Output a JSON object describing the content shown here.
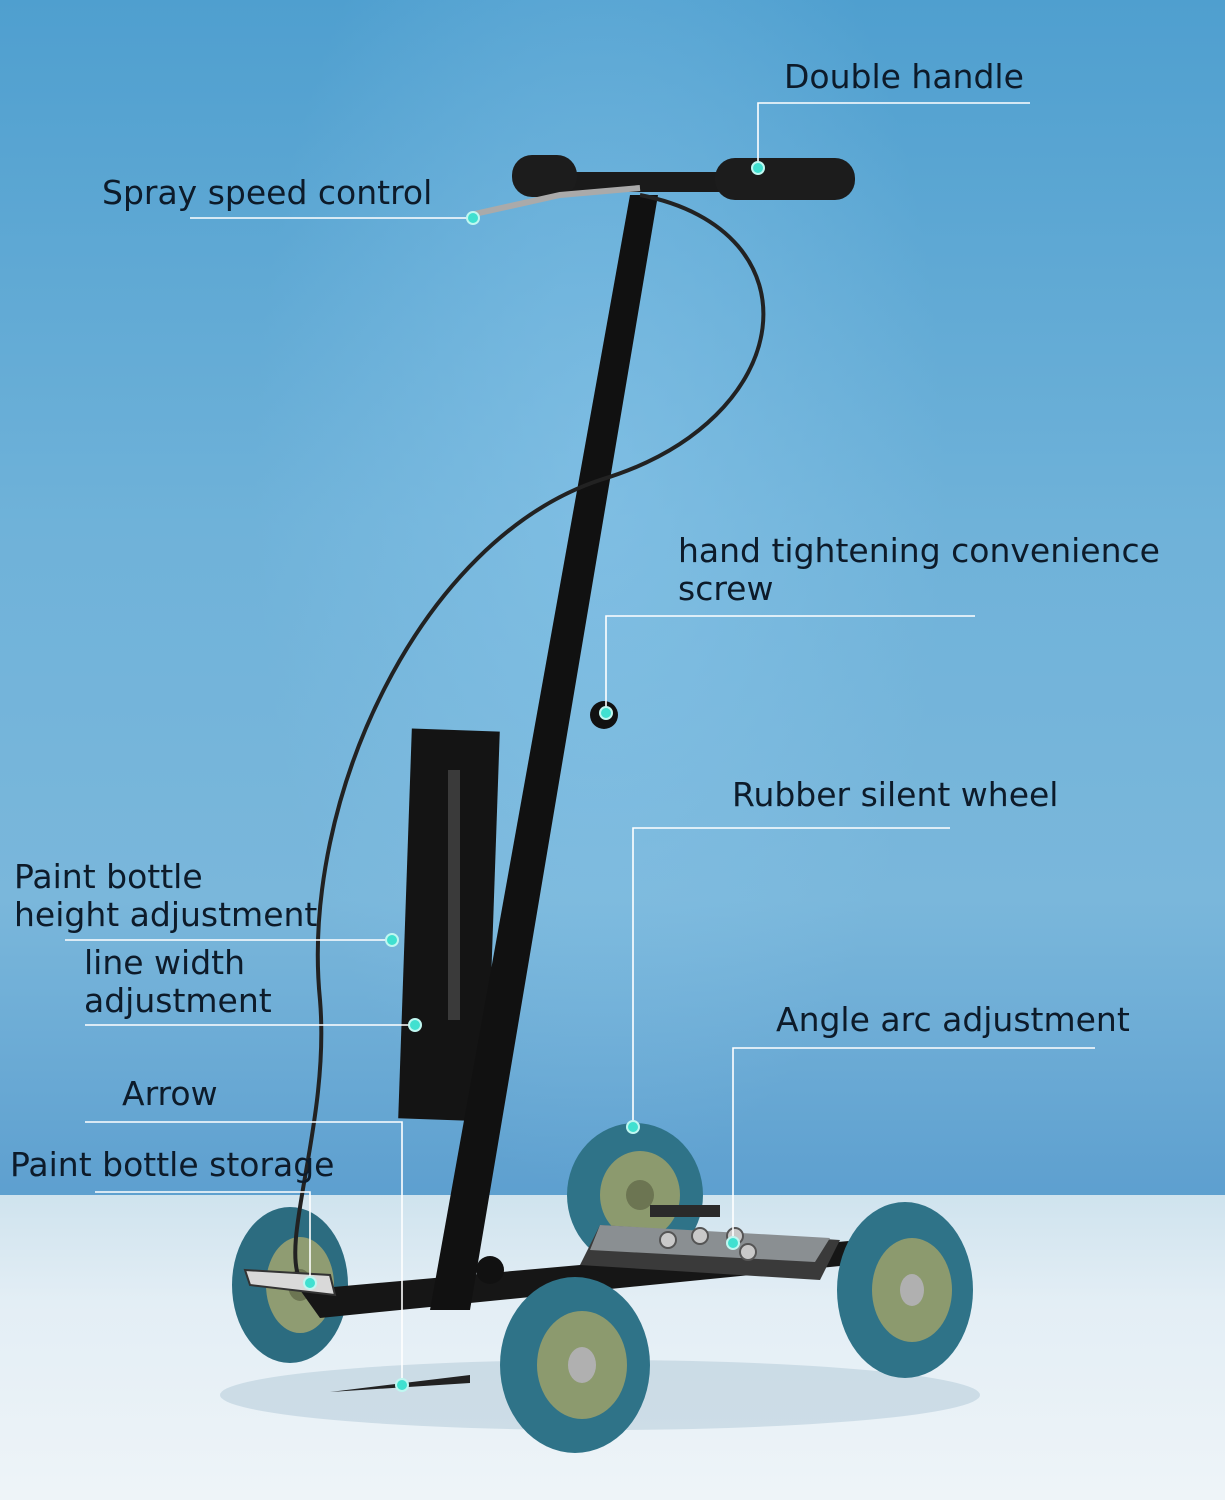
{
  "labels": {
    "double_handle": "Double handle",
    "spray_speed_control": "Spray speed control",
    "hand_tightening_line1": "hand tightening convenience",
    "hand_tightening_line2": "screw",
    "rubber_silent_wheel": "Rubber silent wheel",
    "paint_bottle_height_line1": "Paint bottle",
    "paint_bottle_height_line2": "height adjustment",
    "line_width_line1": "line width",
    "line_width_line2": "adjustment",
    "angle_arc_adjustment": "Angle arc adjustment",
    "arrow": "Arrow",
    "paint_bottle_storage": "Paint bottle storage"
  },
  "colors": {
    "background_blue": "#5fa8d6",
    "floor": "#e3eef5",
    "frame": "#111111",
    "tire": "#2f7388",
    "hub": "#8c9a6e",
    "leader_dot": "#40e0d0",
    "label_text": "#0d1b2a"
  }
}
